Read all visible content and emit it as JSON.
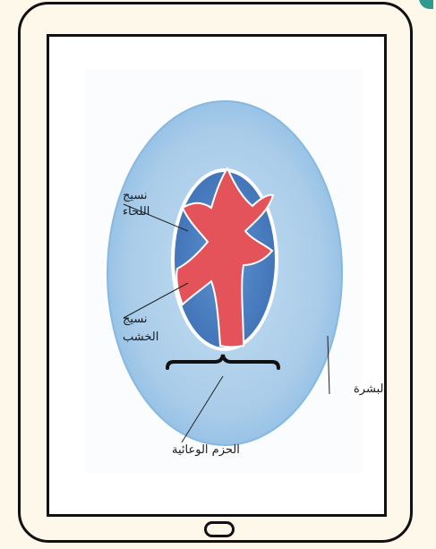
{
  "diagram": {
    "labels": {
      "phloem": [
        "نسيج",
        "اللحاء"
      ],
      "xylem": [
        "نسيج",
        "الخشب"
      ],
      "epidermis": "البشرة",
      "vascular_bundles": "الحزم الوعائية"
    },
    "colors": {
      "cortex": "#a9cce9",
      "cortex_edge": "#7fb2de",
      "stele_ring": "#ffffff",
      "phloem": "#4a7fc0",
      "xylem": "#e4525a",
      "frame": "#111111",
      "page_background": "#fdf8ea"
    }
  }
}
